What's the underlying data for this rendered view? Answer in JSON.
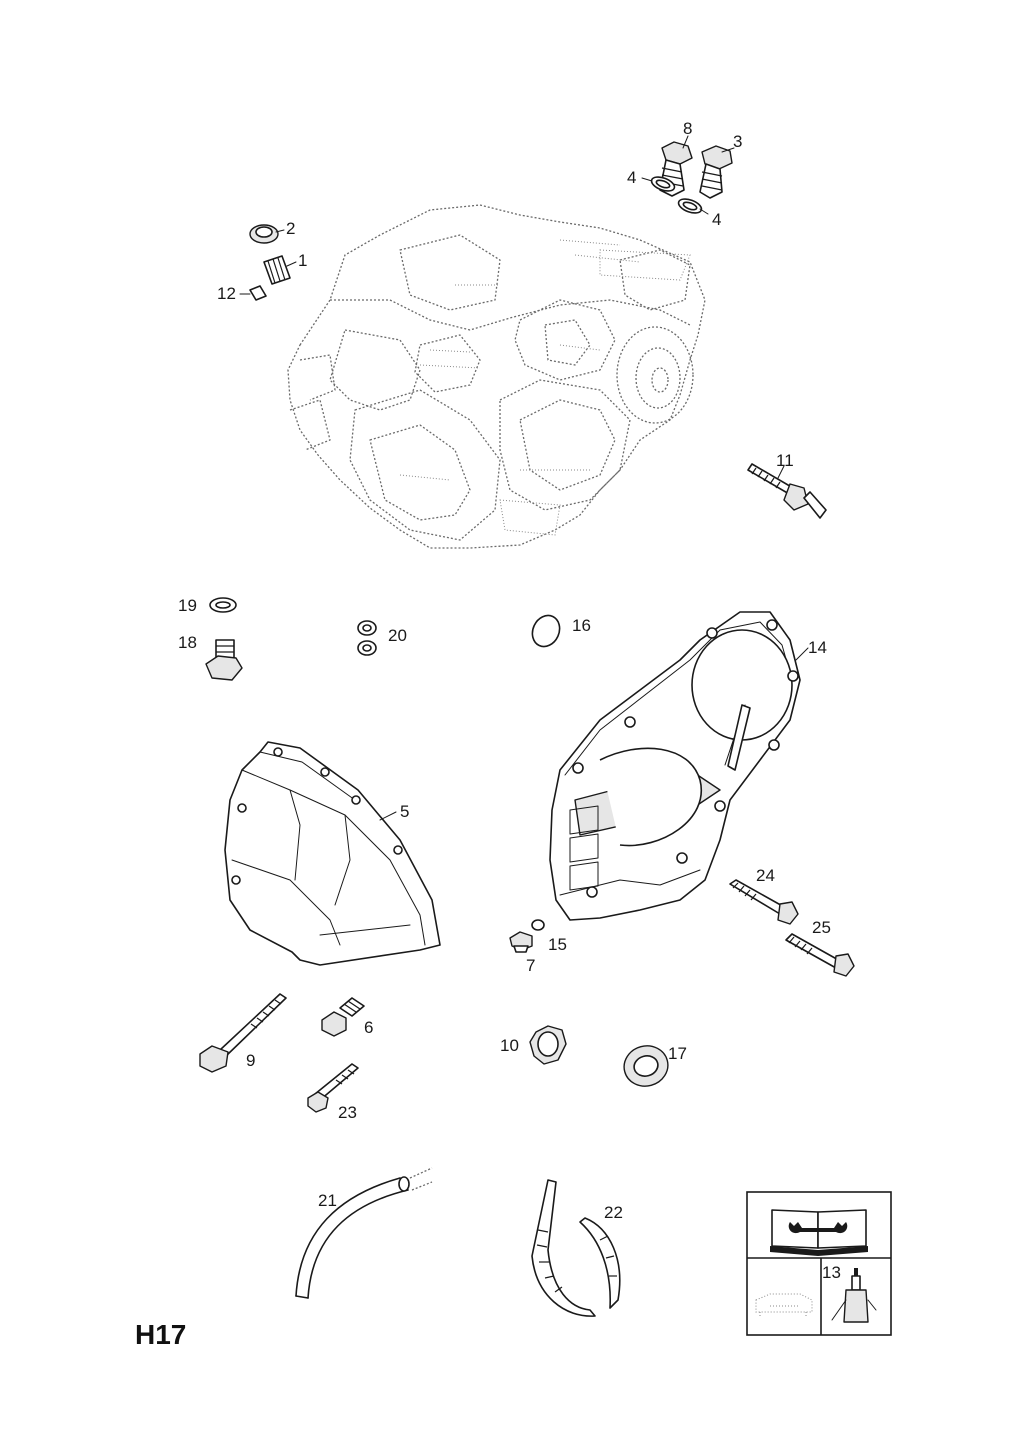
{
  "page_code": "H17",
  "callouts": {
    "c1": "1",
    "c2": "2",
    "c3": "3",
    "c4a": "4",
    "c4b": "4",
    "c5": "5",
    "c6": "6",
    "c7": "7",
    "c8": "8",
    "c9": "9",
    "c10": "10",
    "c11": "11",
    "c12": "12",
    "c13": "13",
    "c14": "14",
    "c15": "15",
    "c16": "16",
    "c17": "17",
    "c18": "18",
    "c19": "19",
    "c20": "20",
    "c21": "21",
    "c22": "22",
    "c23": "23",
    "c24": "24",
    "c25": "25"
  },
  "legend_box": {
    "top_icon": "open-book-wrench-icon",
    "bottom_left_icon": "car-silhouette-icon",
    "bottom_right_icon": "sealant-bottle-icon"
  }
}
